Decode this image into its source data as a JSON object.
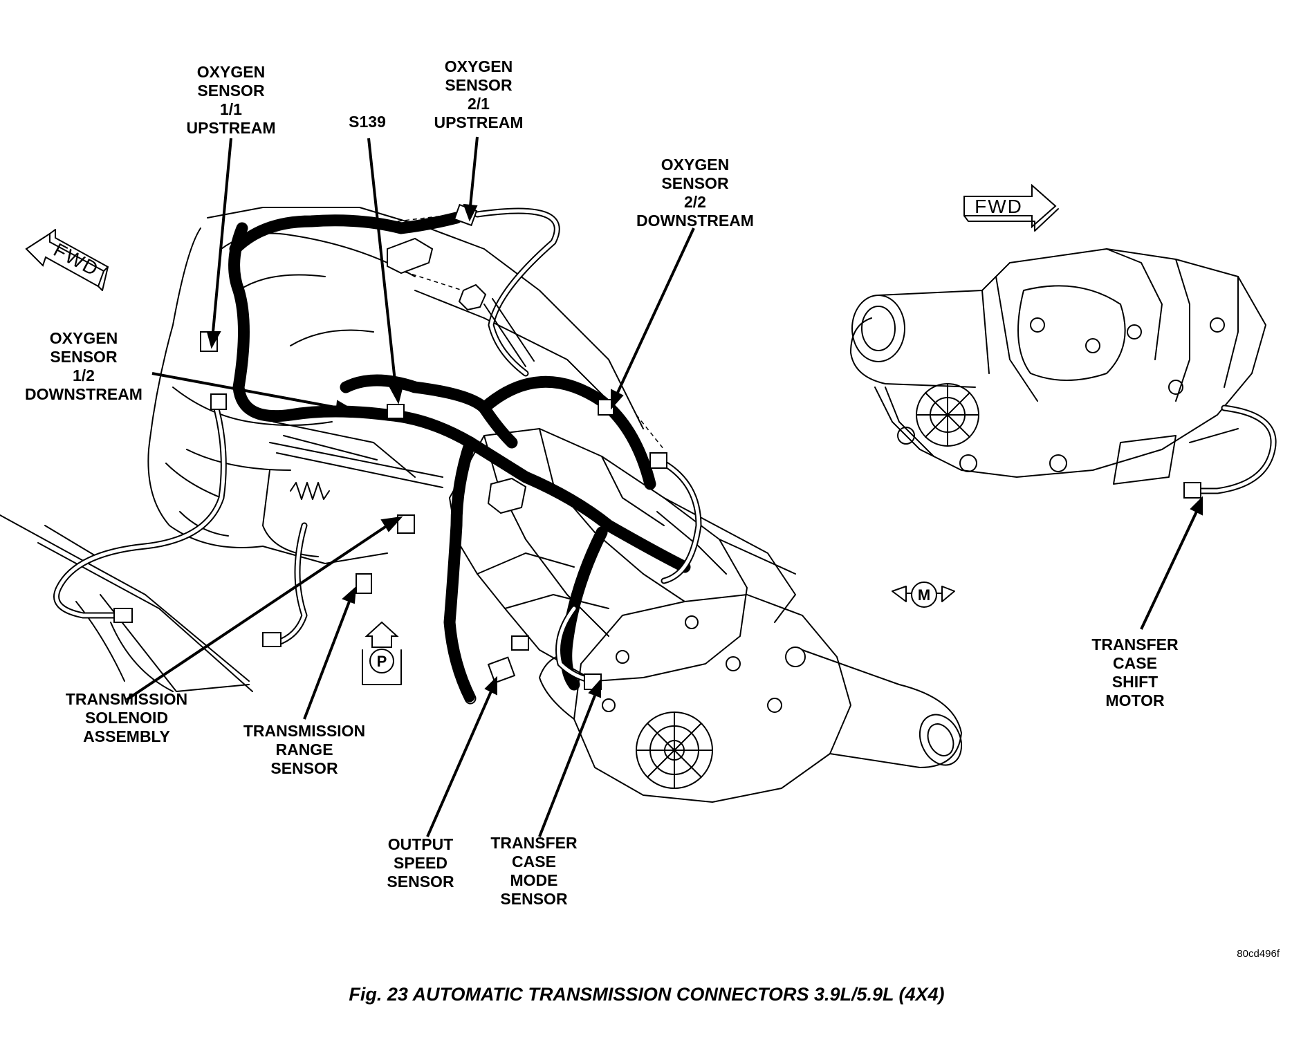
{
  "labels": {
    "o2_11": [
      "OXYGEN",
      "SENSOR",
      "1/1",
      "UPSTREAM"
    ],
    "s139": "S139",
    "o2_21": [
      "OXYGEN",
      "SENSOR",
      "2/1",
      "UPSTREAM"
    ],
    "o2_22": [
      "OXYGEN",
      "SENSOR",
      "2/2",
      "DOWNSTREAM"
    ],
    "o2_12": [
      "OXYGEN",
      "SENSOR",
      "1/2",
      "DOWNSTREAM"
    ],
    "solenoid": [
      "TRANSMISSION",
      "SOLENOID",
      "ASSEMBLY"
    ],
    "range": [
      "TRANSMISSION",
      "RANGE",
      "SENSOR"
    ],
    "output": [
      "OUTPUT",
      "SPEED",
      "SENSOR"
    ],
    "tc_mode": [
      "TRANSFER",
      "CASE",
      "MODE",
      "SENSOR"
    ],
    "tc_shift": [
      "TRANSFER",
      "CASE",
      "SHIFT",
      "MOTOR"
    ]
  },
  "fwd_left": "FWD",
  "fwd_right": "FWD",
  "badge_p": "P",
  "badge_m": "M",
  "figure_code": "80cd496f",
  "caption": "Fig. 23 AUTOMATIC TRANSMISSION CONNECTORS 3.9L/5.9L (4X4)"
}
